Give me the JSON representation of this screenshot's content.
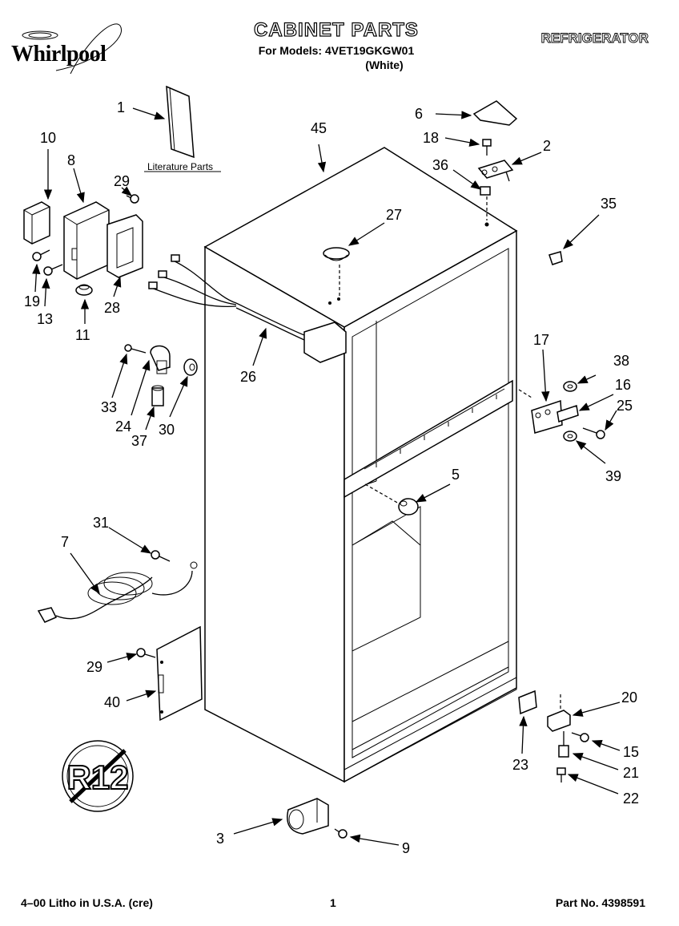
{
  "header": {
    "brand": "Whirlpool",
    "title": "CABINET PARTS",
    "models": "For Models: 4VET19GKGW01",
    "color": "(White)",
    "category": "REFRIGERATOR"
  },
  "footer": {
    "litho": "4–00 Litho in U.S.A. (cre)",
    "page": "1",
    "part_no": "Part No. 4398591"
  },
  "literature_label": "Literature Parts",
  "badge_text": "R12",
  "callouts": [
    {
      "id": "c1",
      "label": "1"
    },
    {
      "id": "c2",
      "label": "2"
    },
    {
      "id": "c3",
      "label": "3"
    },
    {
      "id": "c5",
      "label": "5"
    },
    {
      "id": "c6",
      "label": "6"
    },
    {
      "id": "c7",
      "label": "7"
    },
    {
      "id": "c8",
      "label": "8"
    },
    {
      "id": "c9",
      "label": "9"
    },
    {
      "id": "c10",
      "label": "10"
    },
    {
      "id": "c11",
      "label": "11"
    },
    {
      "id": "c13",
      "label": "13"
    },
    {
      "id": "c15",
      "label": "15"
    },
    {
      "id": "c16",
      "label": "16"
    },
    {
      "id": "c17",
      "label": "17"
    },
    {
      "id": "c18",
      "label": "18"
    },
    {
      "id": "c19",
      "label": "19"
    },
    {
      "id": "c20",
      "label": "20"
    },
    {
      "id": "c21",
      "label": "21"
    },
    {
      "id": "c22",
      "label": "22"
    },
    {
      "id": "c23",
      "label": "23"
    },
    {
      "id": "c24",
      "label": "24"
    },
    {
      "id": "c25",
      "label": "25"
    },
    {
      "id": "c26",
      "label": "26"
    },
    {
      "id": "c27",
      "label": "27"
    },
    {
      "id": "c28",
      "label": "28"
    },
    {
      "id": "c29a",
      "label": "29"
    },
    {
      "id": "c29b",
      "label": "29"
    },
    {
      "id": "c30",
      "label": "30"
    },
    {
      "id": "c31",
      "label": "31"
    },
    {
      "id": "c33",
      "label": "33"
    },
    {
      "id": "c35",
      "label": "35"
    },
    {
      "id": "c36",
      "label": "36"
    },
    {
      "id": "c37",
      "label": "37"
    },
    {
      "id": "c38",
      "label": "38"
    },
    {
      "id": "c39",
      "label": "39"
    },
    {
      "id": "c40",
      "label": "40"
    },
    {
      "id": "c45",
      "label": "45"
    }
  ]
}
